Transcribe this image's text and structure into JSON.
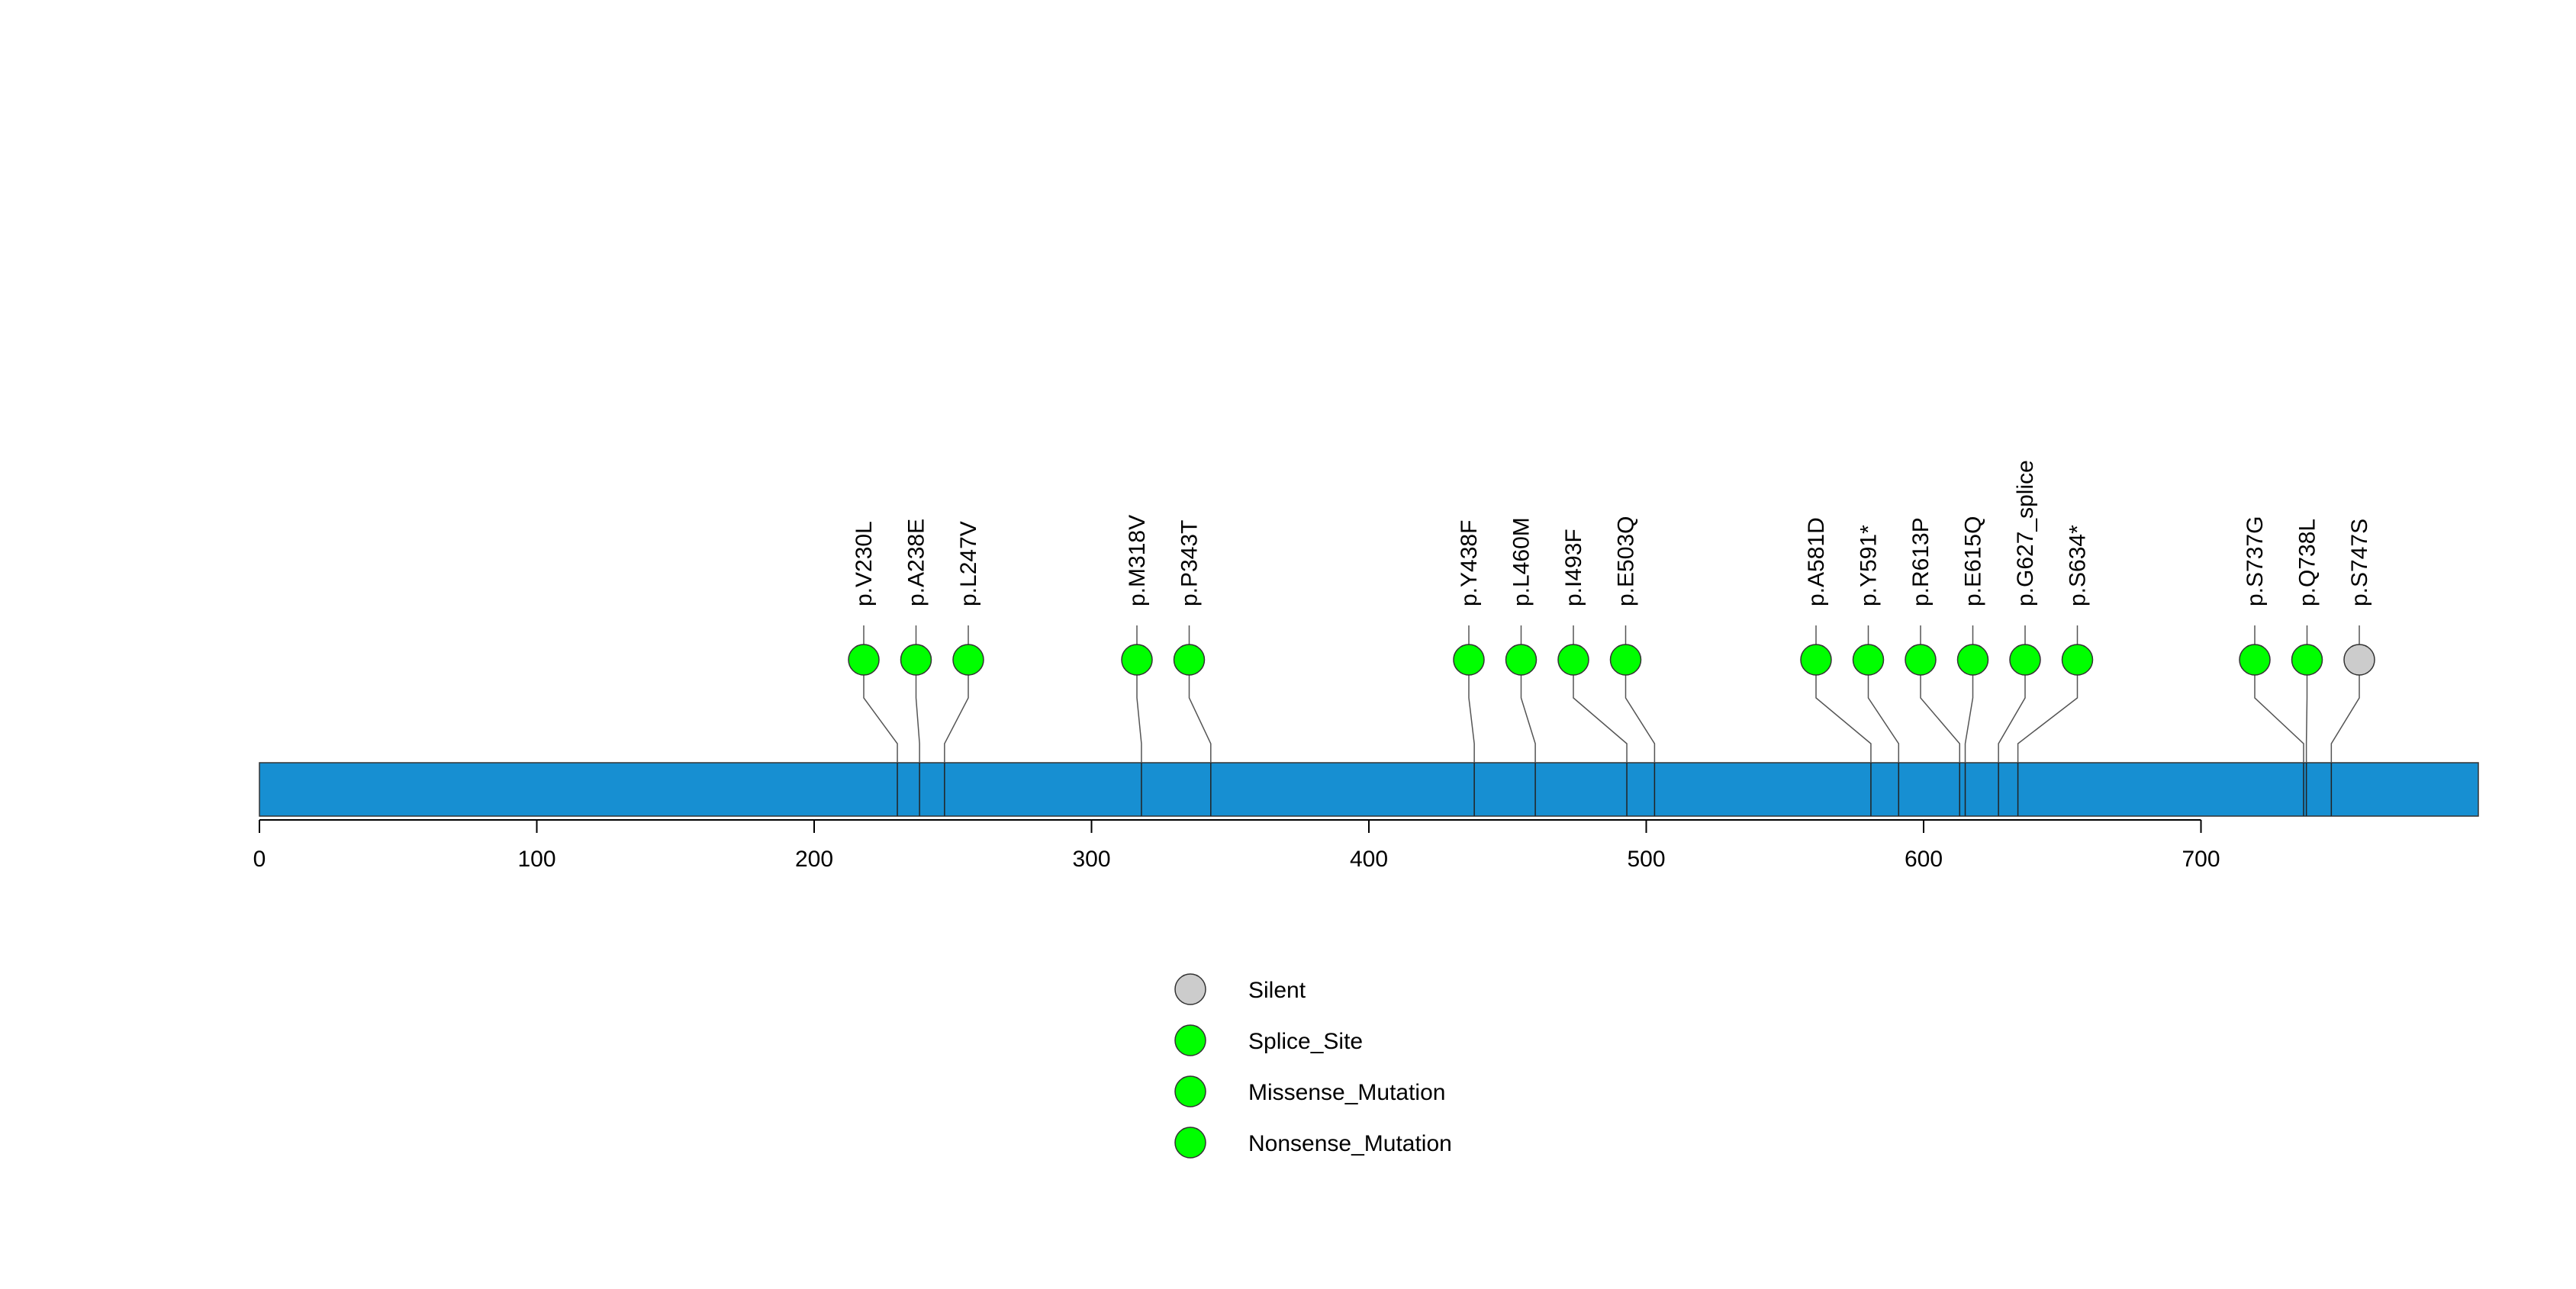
{
  "chart_data": {
    "type": "lollipop",
    "xlim": [
      0,
      800
    ],
    "x_ticks": [
      0,
      100,
      200,
      300,
      400,
      500,
      600,
      700
    ],
    "protein_bar_color": "#178FD2",
    "mutations": [
      {
        "label": "p.V230L",
        "position": 230,
        "type": "Missense_Mutation"
      },
      {
        "label": "p.A238E",
        "position": 238,
        "type": "Missense_Mutation"
      },
      {
        "label": "p.L247V",
        "position": 247,
        "type": "Missense_Mutation"
      },
      {
        "label": "p.M318V",
        "position": 318,
        "type": "Missense_Mutation"
      },
      {
        "label": "p.P343T",
        "position": 343,
        "type": "Missense_Mutation"
      },
      {
        "label": "p.Y438F",
        "position": 438,
        "type": "Missense_Mutation"
      },
      {
        "label": "p.L460M",
        "position": 460,
        "type": "Missense_Mutation"
      },
      {
        "label": "p.I493F",
        "position": 493,
        "type": "Missense_Mutation"
      },
      {
        "label": "p.E503Q",
        "position": 503,
        "type": "Missense_Mutation"
      },
      {
        "label": "p.A581D",
        "position": 581,
        "type": "Missense_Mutation"
      },
      {
        "label": "p.Y591*",
        "position": 591,
        "type": "Nonsense_Mutation"
      },
      {
        "label": "p.R613P",
        "position": 613,
        "type": "Missense_Mutation"
      },
      {
        "label": "p.E615Q",
        "position": 615,
        "type": "Missense_Mutation"
      },
      {
        "label": "p.G627_splice",
        "position": 627,
        "type": "Splice_Site"
      },
      {
        "label": "p.S634*",
        "position": 634,
        "type": "Nonsense_Mutation"
      },
      {
        "label": "p.S737G",
        "position": 737,
        "type": "Missense_Mutation"
      },
      {
        "label": "p.Q738L",
        "position": 738,
        "type": "Missense_Mutation"
      },
      {
        "label": "p.S747S",
        "position": 747,
        "type": "Silent"
      }
    ],
    "legend": [
      {
        "label": "Silent",
        "color": "#CCCCCC"
      },
      {
        "label": "Splice_Site",
        "color": "#00FF00"
      },
      {
        "label": "Missense_Mutation",
        "color": "#00FF00"
      },
      {
        "label": "Nonsense_Mutation",
        "color": "#00FF00"
      }
    ],
    "colors": {
      "Silent": "#CCCCCC",
      "Splice_Site": "#00FF00",
      "Missense_Mutation": "#00FF00",
      "Nonsense_Mutation": "#00FF00"
    }
  }
}
